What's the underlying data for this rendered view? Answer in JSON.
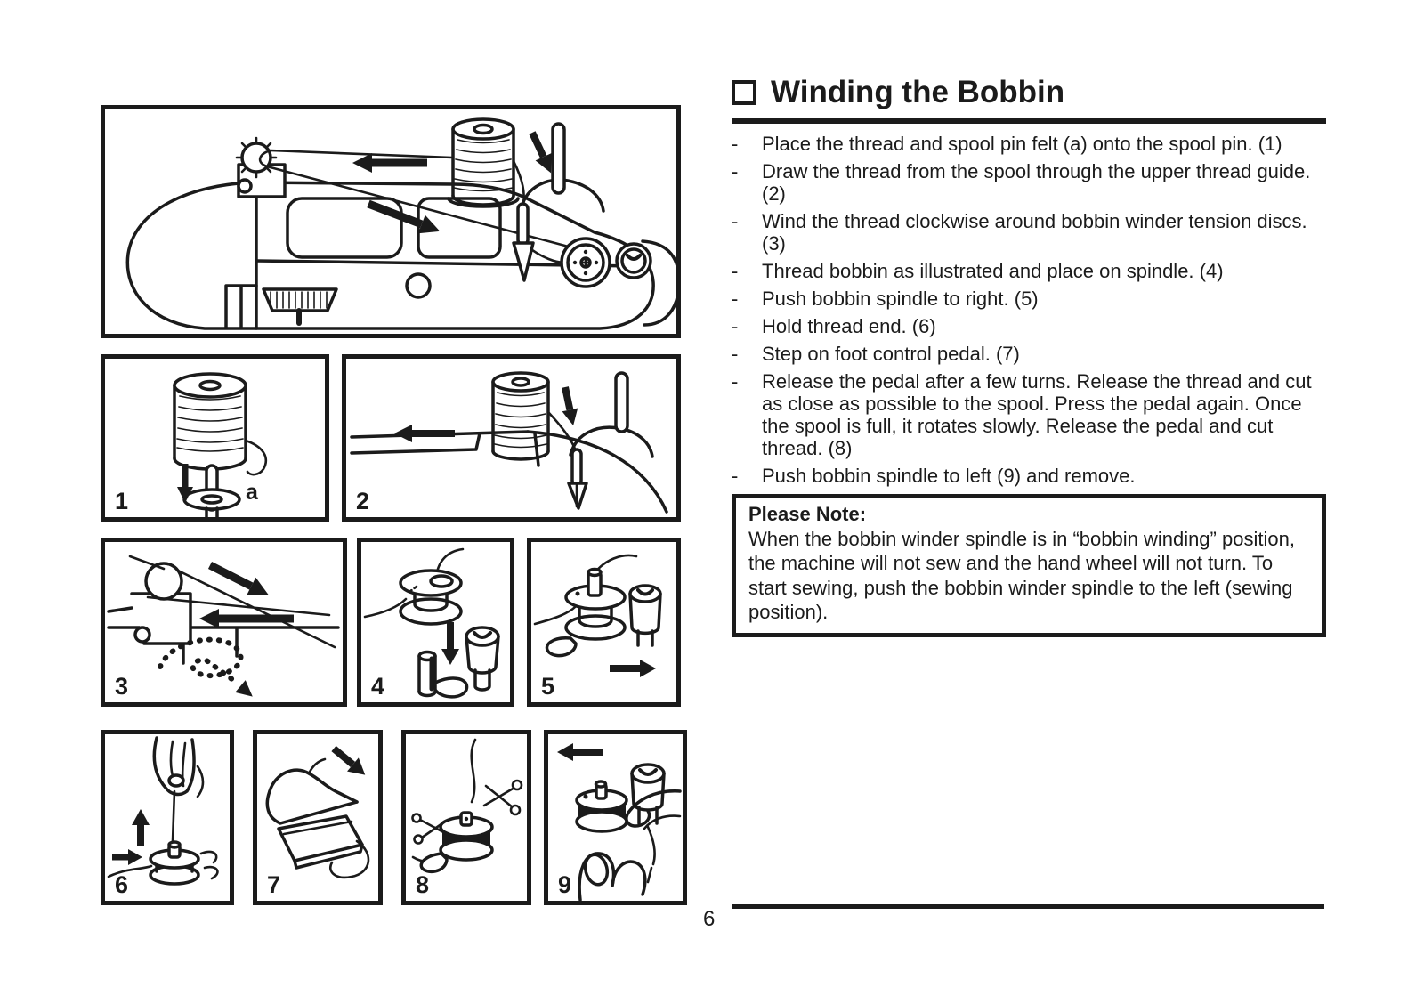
{
  "page": {
    "title": "Winding the Bobbin",
    "page_number": "6"
  },
  "instructions": {
    "bullet": "-",
    "items": [
      "Place the thread and spool pin felt (a) onto the spool pin. (1)",
      "Draw the thread from the spool through the upper thread guide. (2)",
      "Wind the thread clockwise around bobbin winder tension discs. (3)",
      "Thread bobbin as illustrated and place on spindle. (4)",
      "Push bobbin spindle to right. (5)",
      "Hold thread end. (6)",
      "Step on foot control pedal. (7)",
      "Release the pedal after a few turns. Release the thread and cut as close as possible to the spool. Press the pedal again. Once the spool is full, it rotates slowly. Release the pedal and cut thread. (8)",
      "Push bobbin spindle to left (9) and remove."
    ]
  },
  "note": {
    "heading": "Please Note:",
    "body": "When the bobbin winder spindle is in “bobbin winding” position, the machine will not sew and the hand wheel will not turn. To start sewing, push the bobbin winder spindle to the left (sewing position)."
  },
  "figures": {
    "step1": "1",
    "step1_sublabel": "a",
    "step2": "2",
    "step3": "3",
    "step4": "4",
    "step5": "5",
    "step6": "6",
    "step7": "7",
    "step8": "8",
    "step9": "9"
  },
  "colors": {
    "ink": "#1b1b1b",
    "paper": "#ffffff"
  }
}
